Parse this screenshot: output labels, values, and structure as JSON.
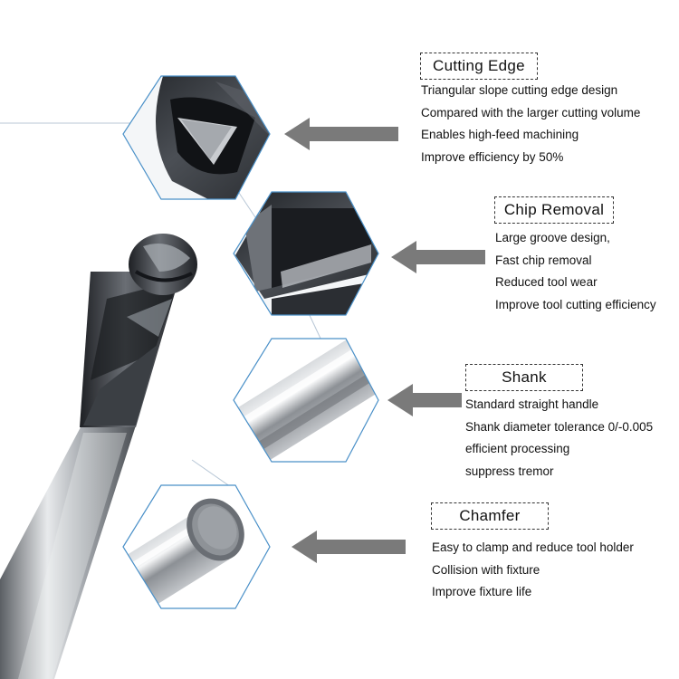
{
  "features": [
    {
      "id": "cutting-edge",
      "title": "Cutting Edge",
      "lines": [
        "Triangular slope cutting edge design",
        "Compared with the larger cutting volume",
        "Enables high-feed machining",
        "Improve efficiency by 50%"
      ]
    },
    {
      "id": "chip-removal",
      "title": "Chip Removal",
      "lines": [
        "Large groove design,",
        "Fast chip removal",
        "Reduced tool wear",
        "Improve tool cutting efficiency"
      ]
    },
    {
      "id": "shank",
      "title": "Shank",
      "lines": [
        "Standard straight handle",
        "Shank diameter tolerance 0/-0.005",
        "efficient processing",
        "suppress tremor"
      ]
    },
    {
      "id": "chamfer",
      "title": "Chamfer",
      "lines": [
        "Easy to clamp and reduce tool holder",
        "Collision with fixture",
        "Improve fixture life"
      ]
    }
  ],
  "colors": {
    "arrow": "#7a7a7a",
    "hex_border": "#4a90c8",
    "tool_dark": "#2e3136",
    "tool_light": "#c8ccd1"
  }
}
